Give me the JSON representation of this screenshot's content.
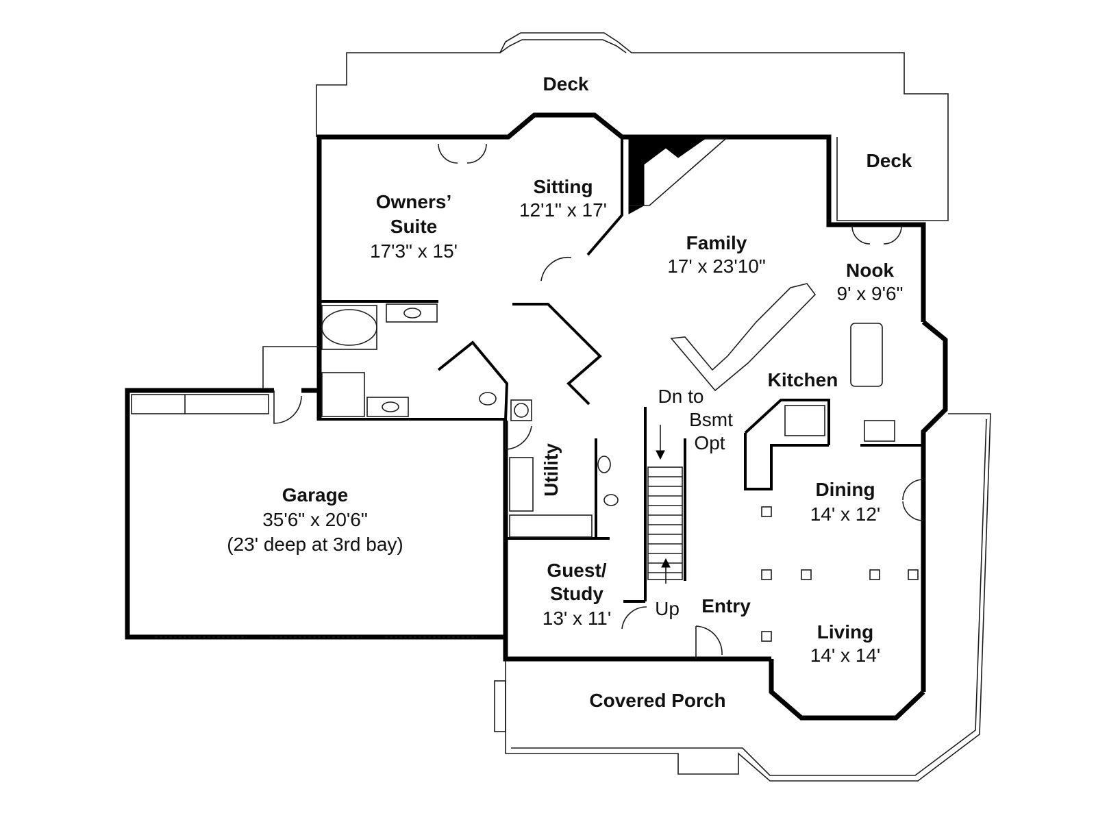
{
  "rooms": {
    "deck_top": {
      "name": "Deck"
    },
    "deck_right": {
      "name": "Deck"
    },
    "owners_suite": {
      "name_line1": "Owners’",
      "name_line2": "Suite",
      "size": "17'3\" x 15'"
    },
    "sitting": {
      "name": "Sitting",
      "size": "12'1\" x 17'"
    },
    "family": {
      "name": "Family",
      "size": "17' x 23'10\""
    },
    "nook": {
      "name": "Nook",
      "size": "9' x 9'6\""
    },
    "kitchen": {
      "name": "Kitchen"
    },
    "stairs_down": {
      "line1": "Dn to",
      "line2": "Bsmt",
      "line3": "Opt"
    },
    "utility": {
      "name": "Utility"
    },
    "garage": {
      "name": "Garage",
      "size": "35'6\" x 20'6\"",
      "note": "(23' deep at 3rd bay)"
    },
    "dining": {
      "name": "Dining",
      "size": "14' x 12'"
    },
    "guest_study": {
      "name_line1": "Guest/",
      "name_line2": "Study",
      "size": "13' x 11'"
    },
    "stairs_up": {
      "name": "Up"
    },
    "entry": {
      "name": "Entry"
    },
    "living": {
      "name": "Living",
      "size": "14' x 14'"
    },
    "covered_porch": {
      "name": "Covered Porch"
    }
  }
}
